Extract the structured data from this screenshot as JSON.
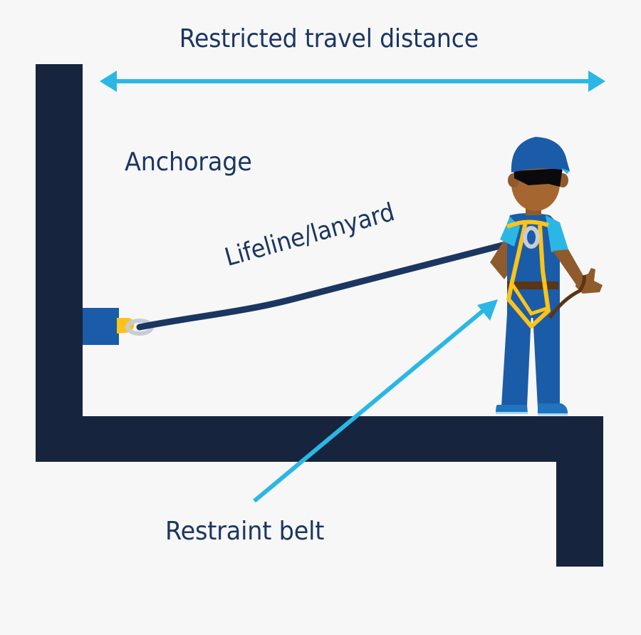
{
  "diagram": {
    "title": "Restricted travel distance",
    "labels": {
      "anchorage": "Anchorage",
      "lifeline": "Lifeline/lanyard",
      "restraint_belt": "Restraint belt"
    },
    "elements": [
      {
        "id": "travel-distance-arrow",
        "type": "double-headed-arrow",
        "points_to": "Restricted travel distance span"
      },
      {
        "id": "anchorage-point",
        "type": "anchor-block",
        "attached_to": "wall"
      },
      {
        "id": "lifeline",
        "type": "rope",
        "from": "anchorage-point",
        "to": "worker-harness-back-ring"
      },
      {
        "id": "restraint-belt-arrow",
        "type": "pointer-arrow",
        "from": "Restraint belt label",
        "to": "worker harness"
      },
      {
        "id": "worker",
        "type": "figure",
        "wears": [
          "hard hat",
          "full-body harness",
          "belt"
        ]
      },
      {
        "id": "structure",
        "type": "wall-and-floor-ledge"
      }
    ],
    "colors": {
      "background": "#f7f7f7",
      "structure": "#16243d",
      "text": "#1b3660",
      "arrow": "#2bb7e5",
      "anchor_block": "#1a5ca8",
      "lifeline": "#1b3660",
      "harness": "#fcc419",
      "ring": "#c9ccd6",
      "uniform": "#1a5ca8",
      "sleeve": "#2bb7e5",
      "skin": "#8f5a2c",
      "belt": "#5a3516"
    }
  }
}
